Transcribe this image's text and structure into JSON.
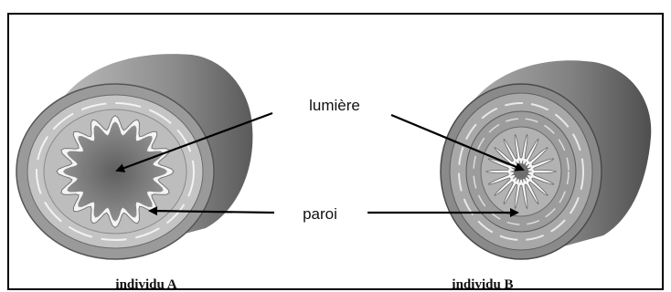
{
  "labels": {
    "lumen": "lumière",
    "wall": "paroi",
    "individual_a": "individu A",
    "individual_b": "individu B"
  },
  "colors": {
    "frame": "#000000",
    "tube_outer": "#8a8a8a",
    "tube_light": "#cfcfcf",
    "lumen_fill": "#7a7a7a",
    "arrow": "#000000"
  }
}
